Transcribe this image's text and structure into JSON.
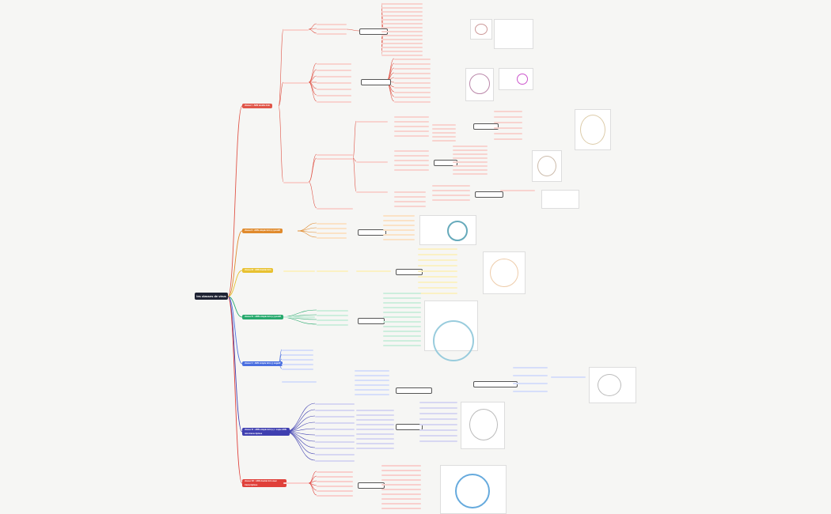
{
  "root": {
    "title": "les classes de virus"
  },
  "classes": [
    {
      "label": "classe I : ADN double brin",
      "color": "#e05548",
      "light": "#f8d3cf"
    },
    {
      "label": "classe II : ADN simple brin (+) positif",
      "color": "#e08a2c",
      "light": "#fbe2c6"
    },
    {
      "label": "classe III : ARN double brin",
      "color": "#e8c130",
      "light": "#fbf1c4"
    },
    {
      "label": "classe IV : ARN simple brin (+) positif",
      "color": "#27a96d",
      "light": "#cdeedd"
    },
    {
      "label": "classe V : ARN simple brin (-) négatif",
      "color": "#4a6fe0",
      "light": "#d6defa"
    },
    {
      "label": "classe VI : ARN simple brin (+) : copie ADN rétrotranscriptase",
      "color": "#3f3fb0",
      "light": "#d7d7f2"
    },
    {
      "label": "classe VII : ADN double brin avec transcriptase",
      "color": "#e0403a",
      "light": "#f9cfcd"
    }
  ]
}
